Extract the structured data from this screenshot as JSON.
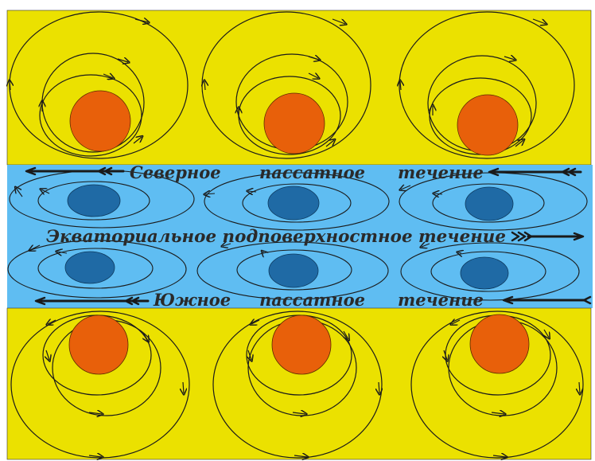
{
  "labels": {
    "north_current": {
      "word1": "Северное",
      "word2": "пассатное",
      "word3": "течение"
    },
    "equatorial_current": "Экваториальное подповерхностное течение",
    "south_current": {
      "word1": "Южное",
      "word2": "пассатное",
      "word3": "течение"
    }
  },
  "colors": {
    "tropical_band": "#ebe100",
    "equatorial_band": "#5fbdf2",
    "warm_core": "#e8600a",
    "cold_core": "#1f6aa5",
    "streamline": "#1a1a1a"
  },
  "icons": {
    "warm_core": "orange-disc",
    "cold_core": "blue-disc",
    "flow_arrow": "arrowhead",
    "current_arrow": "double-chevron-arrow"
  }
}
